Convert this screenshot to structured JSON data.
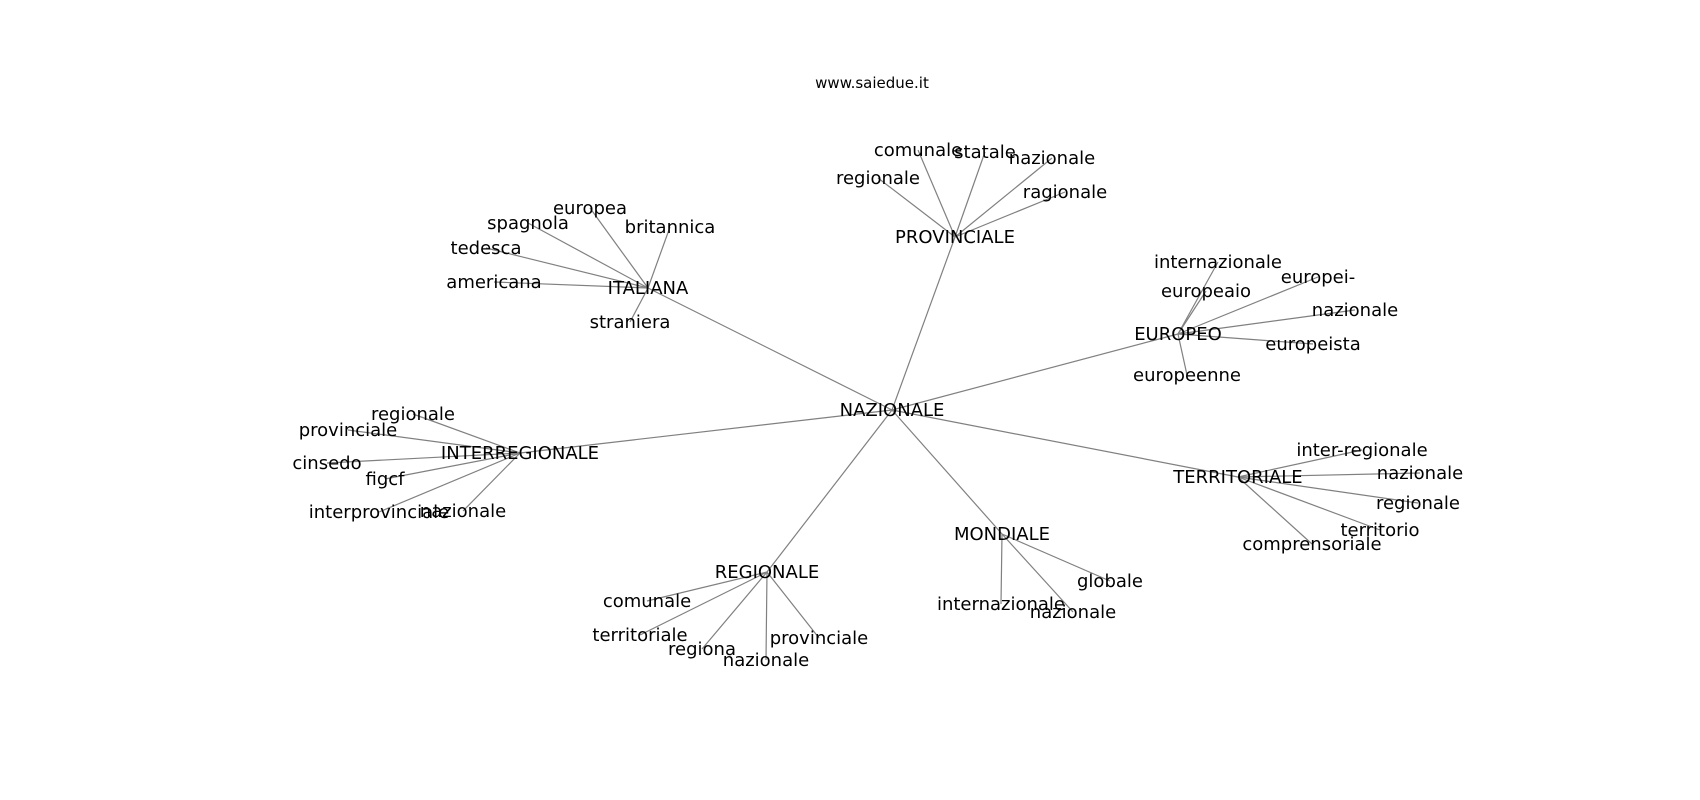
{
  "site": "www.saiedue.it",
  "center": "NAZIONALE",
  "clusters": [
    {
      "id": "provinciale",
      "label": "PROVINCIALE",
      "leaves": [
        {
          "id": "regionale",
          "label": "regionale"
        },
        {
          "id": "comunale",
          "label": "comunale"
        },
        {
          "id": "statale",
          "label": "statale"
        },
        {
          "id": "nazionale",
          "label": "nazionale"
        },
        {
          "id": "ragionale",
          "label": "ragionale"
        }
      ]
    },
    {
      "id": "italiana",
      "label": "ITALIANA",
      "leaves": [
        {
          "id": "europea",
          "label": "europea"
        },
        {
          "id": "spagnola",
          "label": "spagnola"
        },
        {
          "id": "britannica",
          "label": "britannica"
        },
        {
          "id": "tedesca",
          "label": "tedesca"
        },
        {
          "id": "americana",
          "label": "americana"
        },
        {
          "id": "straniera",
          "label": "straniera"
        }
      ]
    },
    {
      "id": "europeo",
      "label": "EUROPEO",
      "leaves": [
        {
          "id": "internazionale",
          "label": "internazionale"
        },
        {
          "id": "europeaio",
          "label": "europeaio"
        },
        {
          "id": "europei",
          "label": "europei-"
        },
        {
          "id": "nazionale",
          "label": "nazionale"
        },
        {
          "id": "europeista",
          "label": "europeista"
        },
        {
          "id": "europeenne",
          "label": "europeenne"
        }
      ]
    },
    {
      "id": "interregionale",
      "label": "INTERREGIONALE",
      "leaves": [
        {
          "id": "regionale",
          "label": "regionale"
        },
        {
          "id": "provinciale",
          "label": "provinciale"
        },
        {
          "id": "cinsedo",
          "label": "cinsedo"
        },
        {
          "id": "figcf",
          "label": "figcf"
        },
        {
          "id": "interprovinciale",
          "label": "interprovinciale"
        },
        {
          "id": "nazionale",
          "label": "nazionale"
        }
      ]
    },
    {
      "id": "territoriale",
      "label": "TERRITORIALE",
      "leaves": [
        {
          "id": "inter-regionale",
          "label": "inter-regionale"
        },
        {
          "id": "nazionale",
          "label": "nazionale"
        },
        {
          "id": "regionale",
          "label": "regionale"
        },
        {
          "id": "territorio",
          "label": "territorio"
        },
        {
          "id": "comprensoriale",
          "label": "comprensoriale"
        }
      ]
    },
    {
      "id": "mondiale",
      "label": "MONDIALE",
      "leaves": [
        {
          "id": "globale",
          "label": "globale"
        },
        {
          "id": "internazionale",
          "label": "internazionale"
        },
        {
          "id": "nazionale",
          "label": "nazionale"
        }
      ]
    },
    {
      "id": "regionale",
      "label": "REGIONALE",
      "leaves": [
        {
          "id": "comunale",
          "label": "comunale"
        },
        {
          "id": "territoriale",
          "label": "territoriale"
        },
        {
          "id": "regiona",
          "label": "regiona"
        },
        {
          "id": "nazionale",
          "label": "nazionale"
        },
        {
          "id": "provinciale",
          "label": "provinciale"
        }
      ]
    }
  ]
}
